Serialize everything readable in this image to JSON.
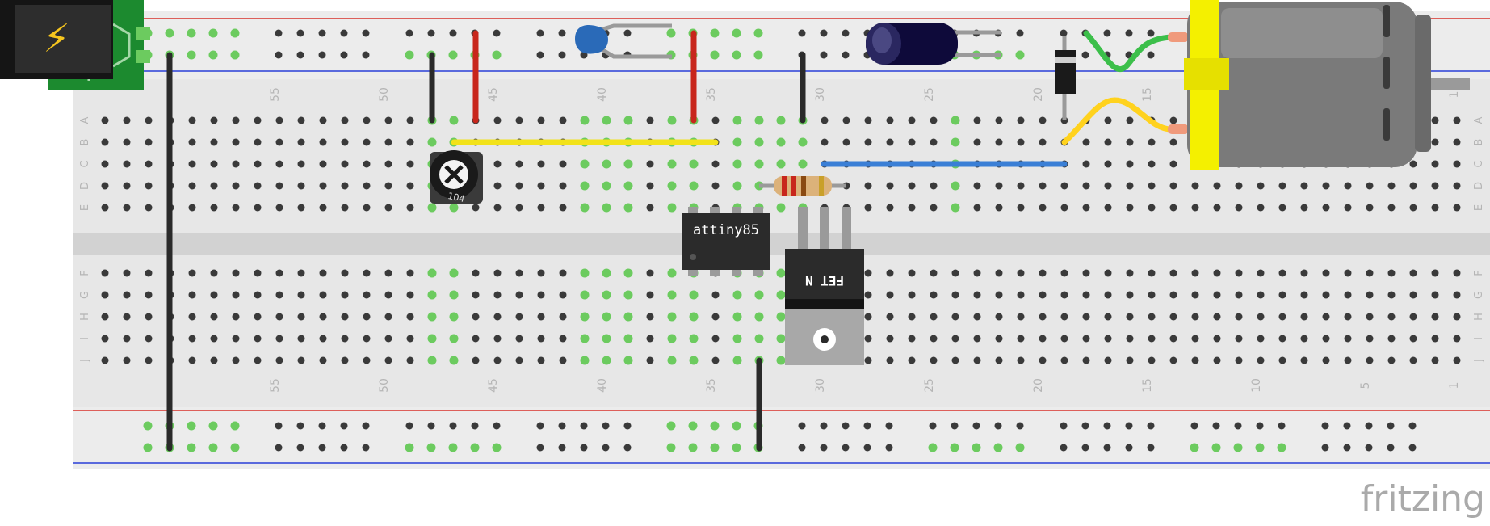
{
  "breadboard": {
    "column_numbers": [
      "55",
      "50",
      "45",
      "40",
      "35",
      "30",
      "25",
      "20",
      "15",
      "10",
      "5",
      "1"
    ],
    "row_letters_top": [
      "A",
      "B",
      "C",
      "D",
      "E"
    ],
    "row_letters_bottom": [
      "F",
      "G",
      "H",
      "I",
      "J"
    ]
  },
  "components": {
    "chip_label": "attiny85",
    "transistor_label": "FET N",
    "potentiometer_code": "104",
    "power_symbol": "⚡"
  },
  "brand": {
    "name": "fritzing"
  },
  "colors": {
    "board": "#e7e7e7",
    "channel": "#d0d0d0",
    "rail_red": "#d8302a",
    "rail_blue": "#2a3fd8",
    "hole": "#3a3a3a",
    "hole_active": "#6ccb5f",
    "wire_black": "#2a2a2a",
    "wire_red": "#c8261c",
    "wire_yellow": "#f2e21a",
    "wire_blue": "#3a7fd6",
    "wire_green": "#3cbf4a",
    "wire_orange": "#ffd21e",
    "motor_body": "#7a7a7a",
    "motor_bracket": "#f4f000",
    "jack_green": "#1c8a2f"
  }
}
